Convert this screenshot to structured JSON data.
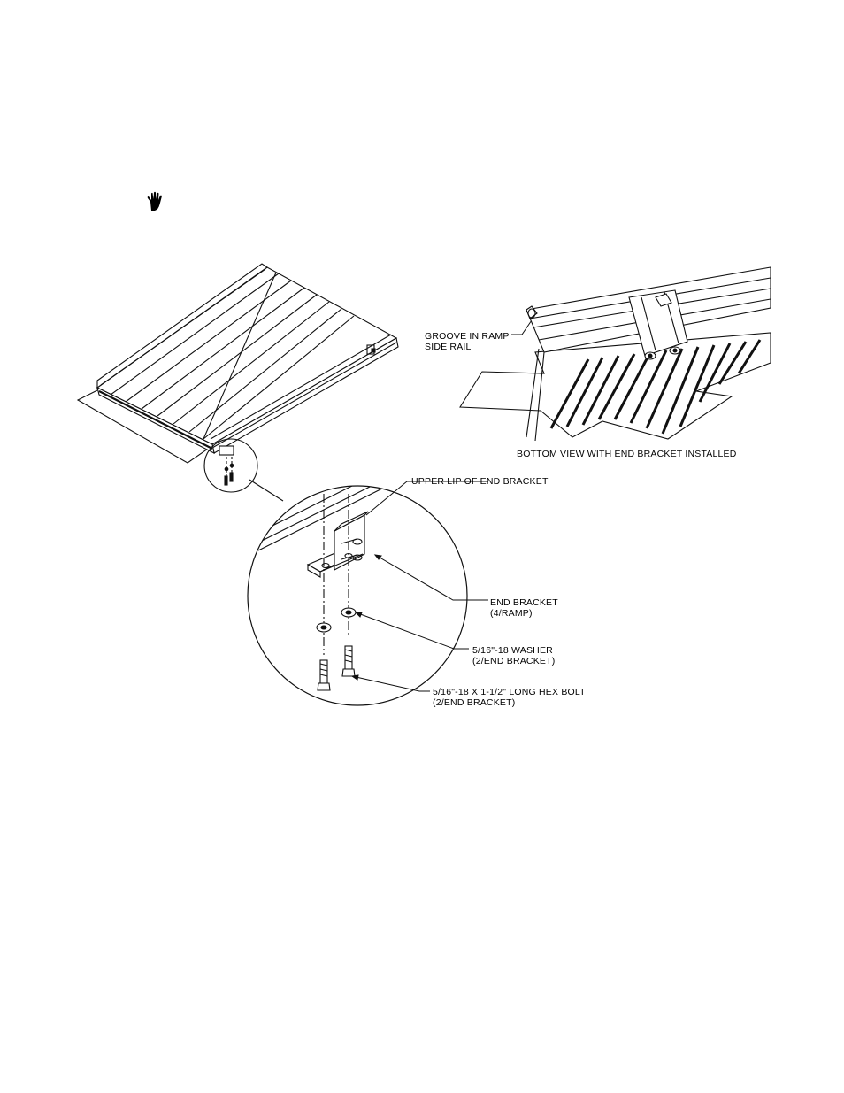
{
  "icons": {
    "caution": "hand-stop-icon"
  },
  "labels": {
    "groove": [
      "GROOVE IN RAMP",
      "SIDE RAIL"
    ],
    "bottom_view": "BOTTOM VIEW WITH END BRACKET INSTALLED",
    "upper_lip": "UPPER LIP OF END BRACKET",
    "end_bracket": [
      "END BRACKET",
      "(4/RAMP)"
    ],
    "washer": [
      "5/16\"-18 WASHER",
      "(2/END BRACKET)"
    ],
    "bolt": [
      "5/16\"-18 X 1-1/2\" LONG HEX BOLT",
      "(2/END BRACKET)"
    ]
  },
  "colors": {
    "line": "#111111",
    "paper": "#ffffff"
  }
}
